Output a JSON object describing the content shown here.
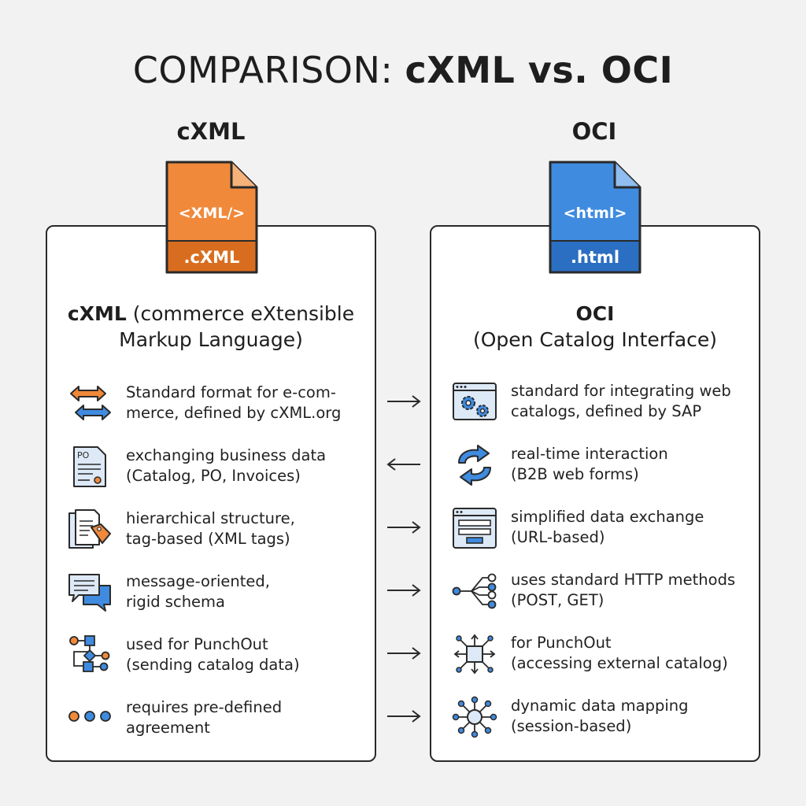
{
  "title": {
    "part1": "COMPARISON: ",
    "part2": "cXML vs. OCI"
  },
  "left": {
    "heading": "cXML",
    "file_tag": "<XML/>",
    "file_ext": ".cXML",
    "name_bold": "cXML",
    "name_rest": " (commerce eXtensible",
    "name_line2": "Markup Language)",
    "items": [
      {
        "icon": "bidirectional-arrows-icon",
        "line1": "Standard format for e-com-",
        "line2": "merce, defined by cXML.org"
      },
      {
        "icon": "purchase-order-document-icon",
        "line1": "exchanging business data",
        "line2": "(Catalog, PO, Invoices)"
      },
      {
        "icon": "tagged-documents-icon",
        "line1": "hierarchical structure,",
        "line2": "tag-based (XML tags)"
      },
      {
        "icon": "chat-bubbles-icon",
        "line1": "message-oriented,",
        "line2": "rigid schema"
      },
      {
        "icon": "flowchart-icon",
        "line1": "used for PunchOut",
        "line2": "(sending catalog data)"
      },
      {
        "icon": "three-dots-icon",
        "line1": "requires pre-defined",
        "line2": "agreement"
      }
    ],
    "colors": {
      "accent": "#f0893a",
      "accent_dark": "#d96d1f"
    }
  },
  "right": {
    "heading": "OCI",
    "file_tag": "<html>",
    "file_ext": ".html",
    "name_bold": "OCI",
    "name_line2": "(Open Catalog Interface)",
    "items": [
      {
        "icon": "browser-gears-icon",
        "line1": "standard for integrating web",
        "line2": "catalogs, defined by SAP"
      },
      {
        "icon": "refresh-arrows-icon",
        "line1": "real-time interaction",
        "line2": "(B2B web forms)"
      },
      {
        "icon": "web-form-icon",
        "line1": "simplified data exchange",
        "line2": "(URL-based)"
      },
      {
        "icon": "share-nodes-icon",
        "line1": "uses standard HTTP methods",
        "line2": "(POST, GET)"
      },
      {
        "icon": "hub-expand-icon",
        "line1": "for PunchOut",
        "line2": "(accessing external catalog)"
      },
      {
        "icon": "network-nodes-icon",
        "line1": "dynamic data mapping",
        "line2": "(session-based)"
      }
    ],
    "colors": {
      "accent": "#3f8be0",
      "accent_dark": "#2b6fc2"
    }
  },
  "arrows": [
    "right",
    "left",
    "right",
    "right",
    "right",
    "right"
  ]
}
